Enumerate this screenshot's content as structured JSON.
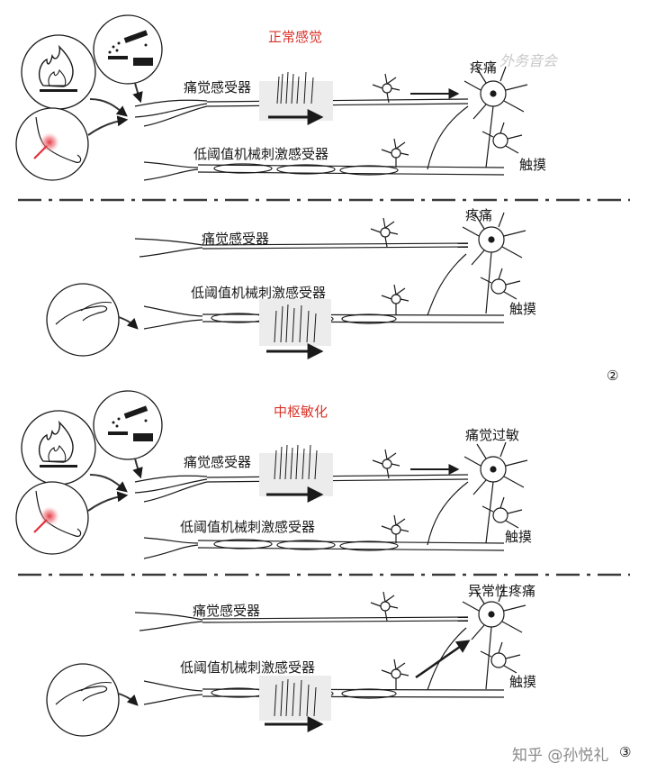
{
  "panels": [
    {
      "title": "正常感觉",
      "nociceptor_label": "痛觉感受器",
      "mechano_label": "低阈值机械刺激感受器",
      "output_label": "疼痛",
      "touch_label": "触摸"
    },
    {
      "title": "",
      "nociceptor_label": "痛觉感受器",
      "mechano_label": "低阈值机械刺激感受器",
      "output_label": "疼痛",
      "touch_label": "触摸",
      "number": "②"
    },
    {
      "title": "中枢敏化",
      "nociceptor_label": "痛觉感受器",
      "mechano_label": "低阈值机械刺激感受器",
      "output_label": "痛觉过敏",
      "touch_label": "触摸"
    },
    {
      "title": "",
      "nociceptor_label": "痛觉感受器",
      "mechano_label": "低阈值机械刺激感受器",
      "output_label": "异常性疼痛",
      "touch_label": "触摸",
      "number": "③"
    }
  ],
  "watermark": "知乎 @孙悦礼",
  "seal_text": "外务音会",
  "colors": {
    "title_red": "#d9342b",
    "injury_red": "#e0303a",
    "ink": "#1a1a1a",
    "divider": "#3a3a3a"
  }
}
